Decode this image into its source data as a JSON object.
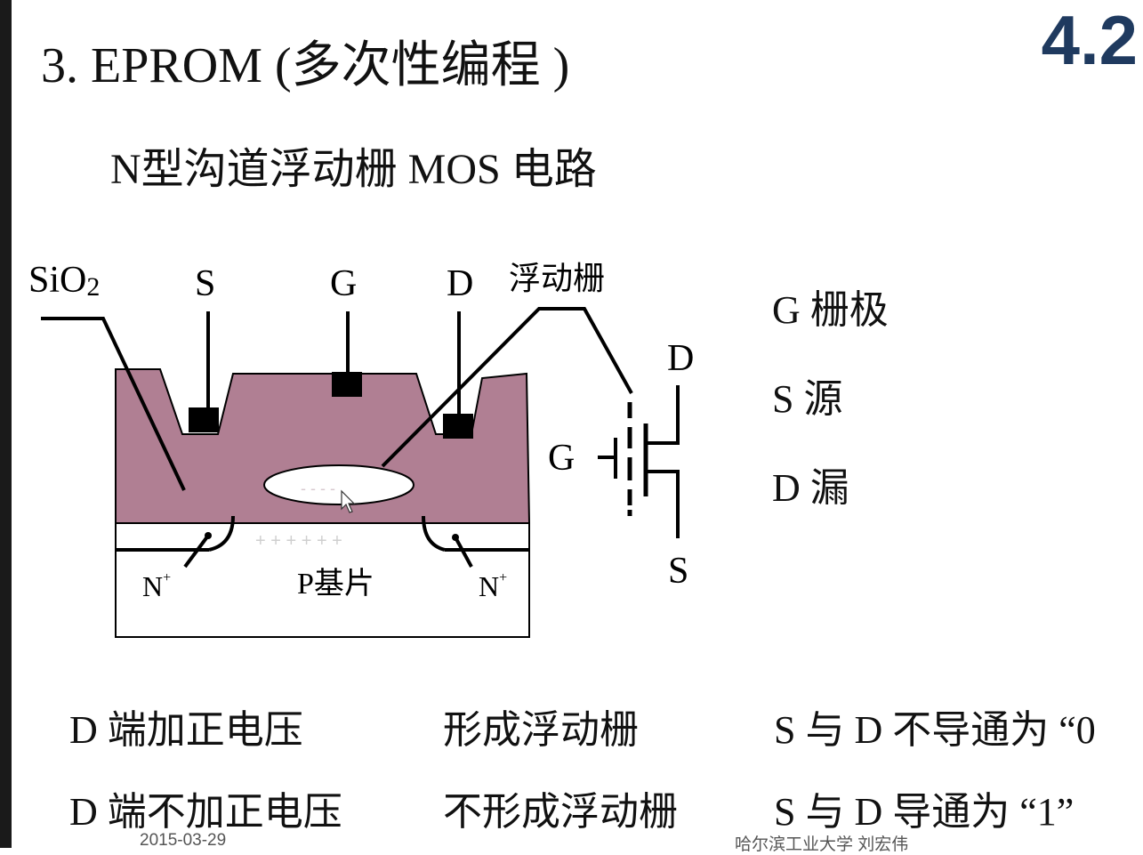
{
  "slide": {
    "title": "3. EPROM (多次性编程 )",
    "section_number": "4.2",
    "subtitle": "N型沟道浮动栅 MOS 电路"
  },
  "diagram": {
    "labels": {
      "sio2": "SiO",
      "sio2_sub": "2",
      "source": "S",
      "gate": "G",
      "drain": "D",
      "floating_gate": "浮动栅",
      "n_plus_left": "N",
      "n_plus_right": "N",
      "plus_sup": "+",
      "p_substrate": "P基片",
      "charge_neg": "- - - -",
      "charge_pos": "+ + + + + +"
    },
    "symbol": {
      "drain": "D",
      "gate": "G",
      "source": "S"
    },
    "colors": {
      "oxide": "#b07f93",
      "outline": "#000000"
    }
  },
  "legend": {
    "gate": "G 栅极",
    "source": "S  源",
    "drain": "D 漏"
  },
  "rows": [
    {
      "condition": "D 端加正电压",
      "effect": "形成浮动栅",
      "result": "S 与 D 不导通为 “0"
    },
    {
      "condition": "D 端不加正电压",
      "effect": "不形成浮动栅",
      "result": "S 与 D 导通为 “1”"
    }
  ],
  "footer": {
    "date": "2015-03-29",
    "credit": "哈尔滨工业大学  刘宏伟"
  }
}
